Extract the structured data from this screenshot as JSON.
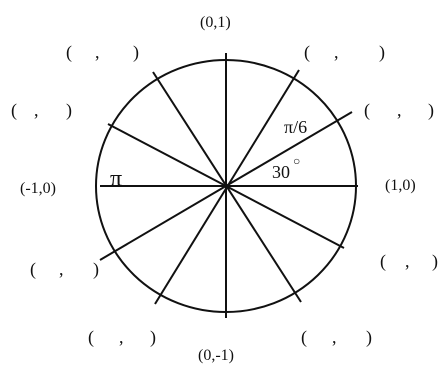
{
  "diagram": {
    "line_color": "#111111",
    "angle_step_degrees": 30,
    "axis_points": {
      "top": "(0,1)",
      "bottom": "(0,-1)",
      "left": "(-1,0)",
      "right": "(1,0)"
    },
    "angle_annotations": {
      "radian": "π/6",
      "degree": "30",
      "degree_symbol": "○",
      "pi": "π"
    },
    "blank_coordinate_slots": {
      "open": "(",
      "comma": ",",
      "close": ")"
    }
  }
}
